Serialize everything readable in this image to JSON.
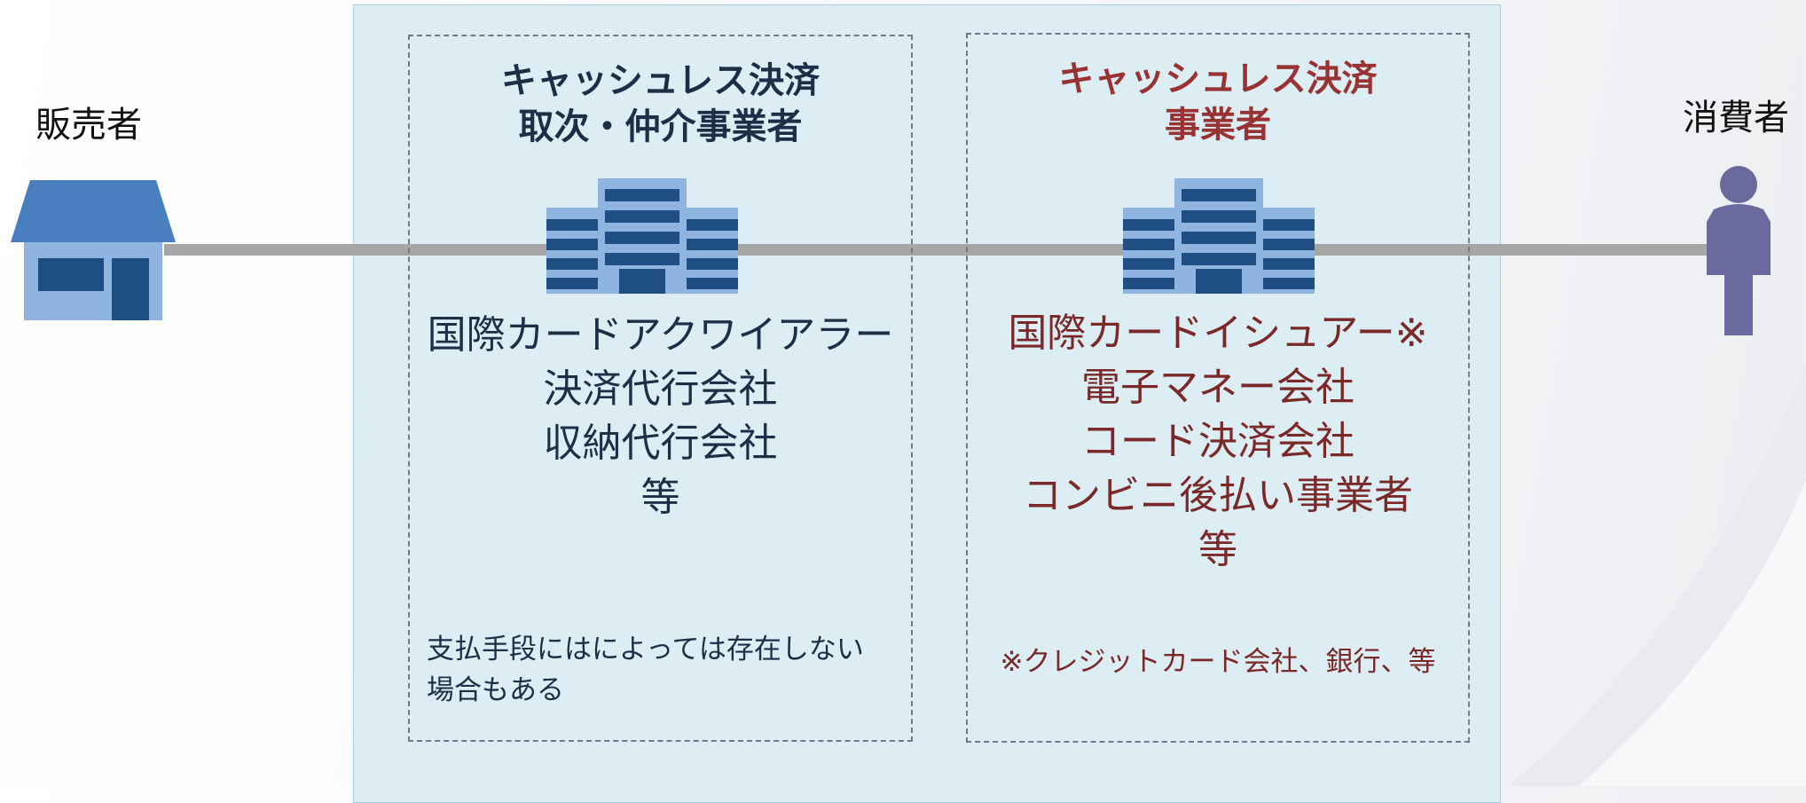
{
  "diagram": {
    "seller": {
      "label": "販売者",
      "icon": "shop-icon"
    },
    "consumer": {
      "label": "消費者",
      "icon": "person-icon"
    },
    "intermediary": {
      "title": "キャッシュレス決済\n取次・仲介事業者",
      "icon": "office-building-icon",
      "items": [
        "国際カードアクワイアラー",
        "決済代行会社",
        "収納代行会社",
        "等"
      ],
      "note": "支払手段にはによっては存在しない\n場合もある"
    },
    "provider": {
      "title": "キャッシュレス決済\n事業者",
      "icon": "office-building-icon",
      "items": [
        "国際カードイシュアー※",
        "電子マネー会社",
        "コード決済会社",
        "コンビニ後払い事業者",
        "等"
      ],
      "note": "※クレジットカード会社、銀行、等"
    }
  },
  "colors": {
    "panel_bg": "#dcedf4",
    "connector": "#a6a6a6",
    "intermediary_text": "#1d2e47",
    "provider_title": "#993333",
    "provider_text": "#7a2828",
    "building_dark": "#1f4e85",
    "building_light": "#8eb4df",
    "shop_roof": "#4a7fbf",
    "person": "#6a6a9e"
  }
}
